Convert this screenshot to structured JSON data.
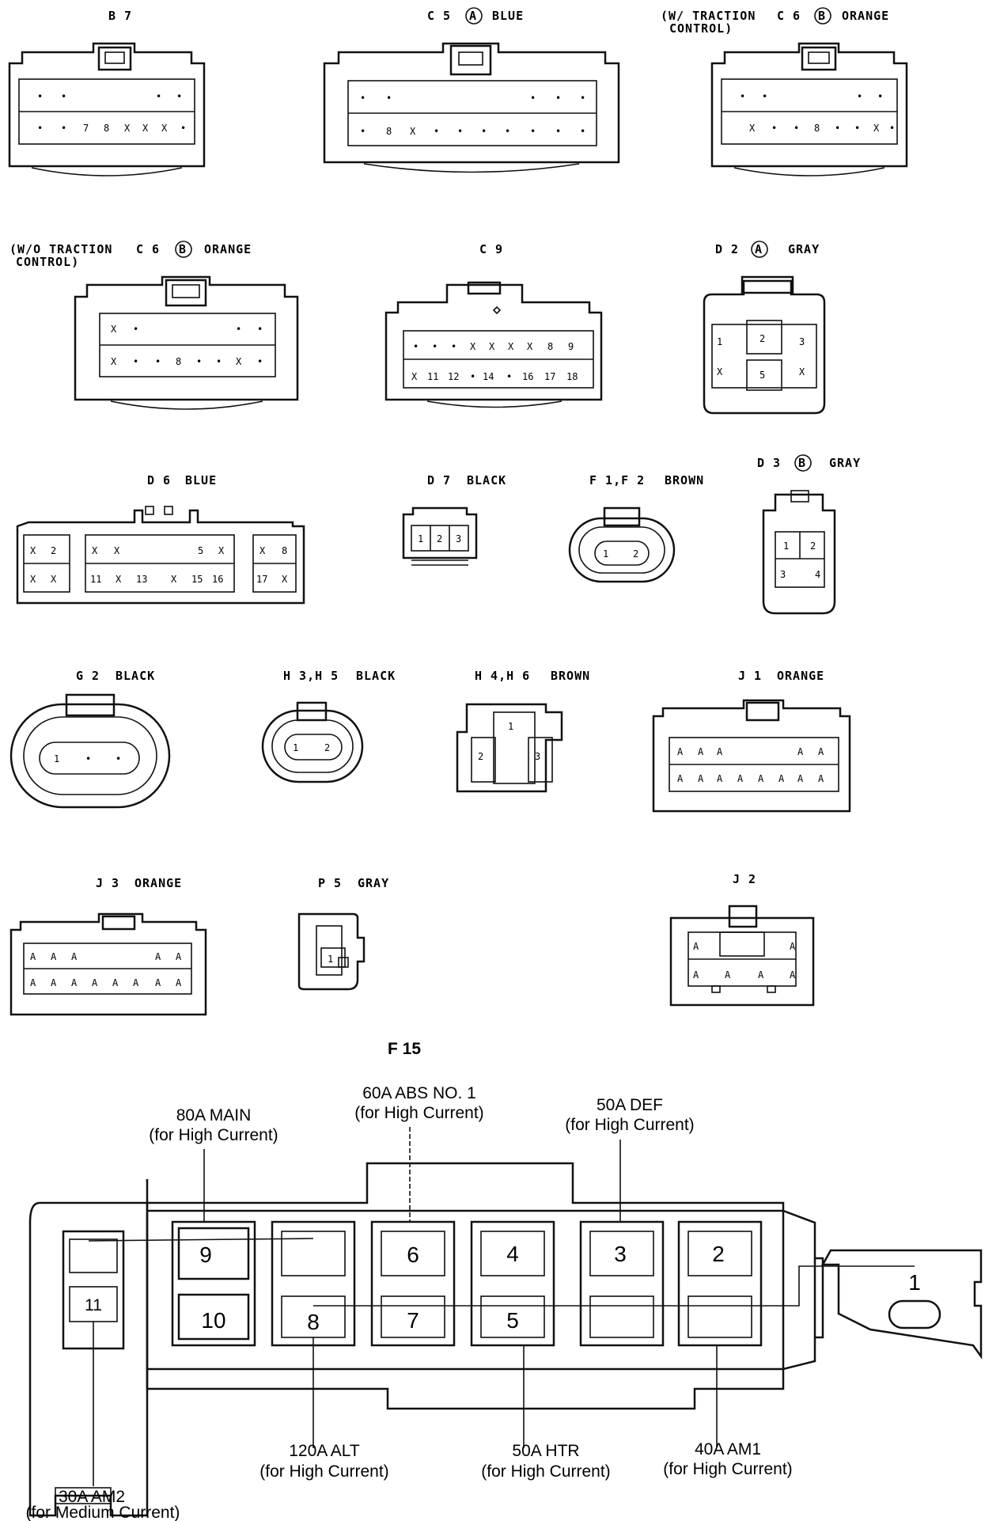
{
  "connectors": {
    "b7": {
      "code": "B 7"
    },
    "c5": {
      "code": "C 5",
      "variant": "A",
      "color": "BLUE"
    },
    "c6_wt": {
      "prefix_line1": "(W/ TRACTION",
      "prefix_line2": "CONTROL)",
      "code": "C 6",
      "variant": "B",
      "color": "ORANGE"
    },
    "c6_wo": {
      "prefix_line1": "(W/O TRACTION",
      "prefix_line2": "CONTROL)",
      "code": "C 6",
      "variant": "B",
      "color": "ORANGE"
    },
    "c9": {
      "code": "C 9"
    },
    "d2": {
      "code": "D 2",
      "variant": "A",
      "color": "GRAY"
    },
    "d6": {
      "code": "D 6",
      "color": "BLUE"
    },
    "d7": {
      "code": "D 7",
      "color": "BLACK"
    },
    "f1f2": {
      "code": "F 1,F 2",
      "color": "BROWN"
    },
    "d3": {
      "code": "D 3",
      "variant": "B",
      "color": "GRAY"
    },
    "g2": {
      "code": "G 2",
      "color": "BLACK"
    },
    "h3h5": {
      "code": "H 3,H 5",
      "color": "BLACK"
    },
    "h4h6": {
      "code": "H 4,H 6",
      "color": "BROWN"
    },
    "j1": {
      "code": "J 1",
      "color": "ORANGE"
    },
    "j3": {
      "code": "J 3",
      "color": "ORANGE"
    },
    "p5": {
      "code": "P 5",
      "color": "GRAY"
    },
    "j2": {
      "code": "J 2"
    }
  },
  "pins": {
    "b7": {
      "top": [
        "•",
        "•",
        "",
        "",
        "•",
        "•"
      ],
      "bottom": [
        "•",
        "•",
        "7",
        "8",
        "X",
        "X",
        "X",
        "•"
      ]
    },
    "c5": {
      "top": [
        "•",
        "•",
        "",
        "",
        "",
        "•",
        "•",
        "•"
      ],
      "bottom": [
        "•",
        "8",
        "X",
        "•",
        "•",
        "•",
        "•",
        "•",
        "•",
        "•"
      ]
    },
    "c6_wt": {
      "top": [
        "•",
        "•",
        "",
        "",
        "•",
        "•"
      ],
      "bottom": [
        "X",
        "•",
        "•",
        "8",
        "•",
        "•",
        "X",
        "•"
      ]
    },
    "c6_wo": {
      "top": [
        "X",
        "•",
        "",
        "",
        "•",
        "•"
      ],
      "bottom": [
        "X",
        "•",
        "•",
        "8",
        "•",
        "•",
        "X",
        "•"
      ]
    },
    "c9": {
      "top": [
        "•",
        "•",
        "•",
        "X",
        "X",
        "X",
        "X",
        "8",
        "9"
      ],
      "bottom": [
        "X",
        "11",
        "12",
        "•",
        "14",
        "•",
        "16",
        "17",
        "18"
      ]
    },
    "d2": [
      "1",
      "2",
      "3",
      "X",
      "5",
      "X"
    ],
    "d6": {
      "top": [
        "X",
        "2",
        "X",
        "X",
        "5",
        "X",
        "X",
        "8"
      ],
      "bottom": [
        "X",
        "X",
        "11",
        "X",
        "13",
        "X",
        "15",
        "16",
        "17",
        "X"
      ]
    },
    "d7": [
      "1",
      "2",
      "3"
    ],
    "f1f2": [
      "1",
      "2"
    ],
    "d3": [
      "1",
      "2",
      "3",
      "4"
    ],
    "g2": [
      "1",
      "•",
      "•"
    ],
    "h3h5": [
      "1",
      "2"
    ],
    "h4h6": [
      "1",
      "2",
      "3"
    ],
    "j1": {
      "top": [
        "A",
        "A",
        "A",
        "",
        "A",
        "A"
      ],
      "bottom": [
        "A",
        "A",
        "A",
        "A",
        "A",
        "A",
        "A",
        "A"
      ]
    },
    "j3": {
      "top": [
        "A",
        "A",
        "A",
        "",
        "A",
        "A"
      ],
      "bottom": [
        "A",
        "A",
        "A",
        "A",
        "A",
        "A",
        "A",
        "A"
      ]
    },
    "p5": [
      "1"
    ],
    "j2": {
      "top": [
        "A",
        "A"
      ],
      "bottom": [
        "A",
        "A",
        "A",
        "A"
      ]
    }
  },
  "f15": {
    "title": "F 15",
    "cells": [
      "9",
      "10",
      "8",
      "6",
      "7",
      "4",
      "5",
      "3",
      "2",
      "1",
      "11"
    ],
    "callouts": {
      "main": {
        "name": "80A MAIN",
        "note": "(for High Current)"
      },
      "abs": {
        "name": "60A ABS NO. 1",
        "note": "(for High Current)"
      },
      "def": {
        "name": "50A DEF",
        "note": "(for High Current)"
      },
      "alt": {
        "name": "120A ALT",
        "note": "(for High Current)"
      },
      "htr": {
        "name": "50A HTR",
        "note": "(for High Current)"
      },
      "am1": {
        "name": "40A AM1",
        "note": "(for High Current)"
      },
      "am2": {
        "name": "30A AM2",
        "note": "(for Medium Current)"
      }
    }
  }
}
